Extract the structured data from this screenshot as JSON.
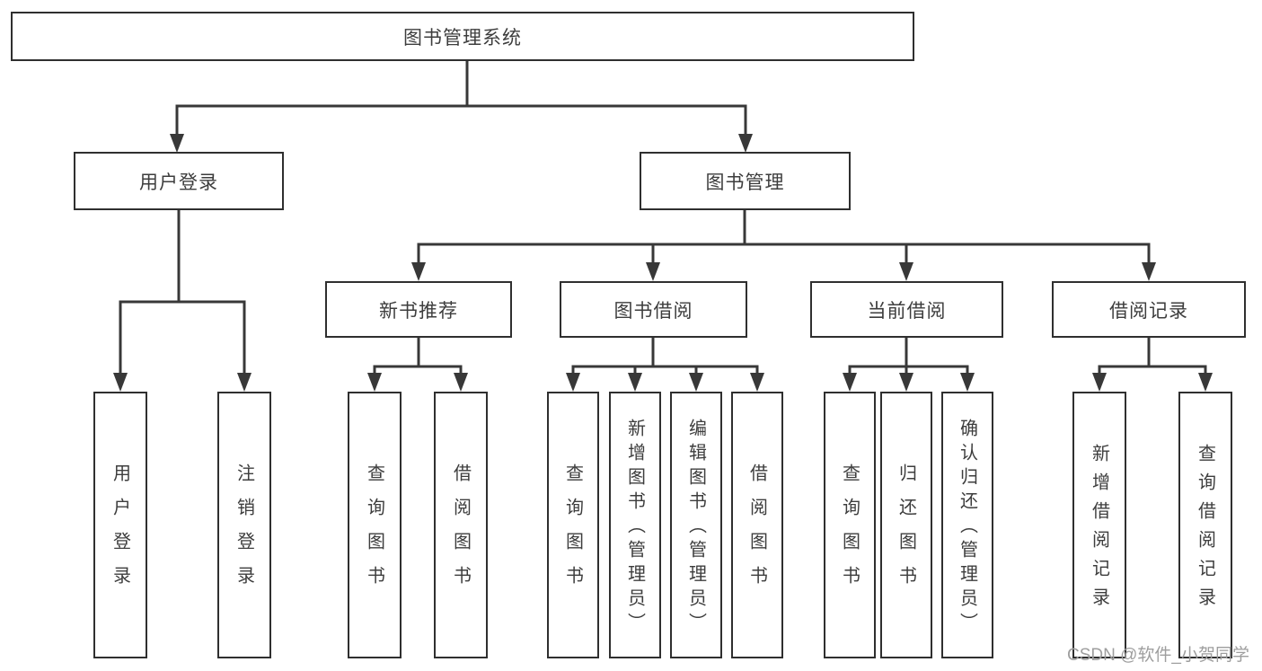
{
  "root": {
    "label": "图书管理系统",
    "children": [
      {
        "label": "用户登录",
        "children": [
          {
            "label": "用户登录"
          },
          {
            "label": "注销登录"
          }
        ]
      },
      {
        "label": "图书管理",
        "children": [
          {
            "label": "新书推荐",
            "children": [
              {
                "label": "查询图书"
              },
              {
                "label": "借阅图书"
              }
            ]
          },
          {
            "label": "图书借阅",
            "children": [
              {
                "label": "查询图书"
              },
              {
                "label": "新增图书（管理员）"
              },
              {
                "label": "编辑图书（管理员）"
              },
              {
                "label": "借阅图书"
              }
            ]
          },
          {
            "label": "当前借阅",
            "children": [
              {
                "label": "查询图书"
              },
              {
                "label": "归还图书"
              },
              {
                "label": "确认归还（管理员）"
              }
            ]
          },
          {
            "label": "借阅记录",
            "children": [
              {
                "label": "新增借阅记录"
              },
              {
                "label": "查询借阅记录"
              }
            ]
          }
        ]
      }
    ]
  },
  "watermark": {
    "text": "CSDN @软件_小贺同学"
  },
  "colors": {
    "line": "#383838",
    "border": "#2f2f2f",
    "text": "#3d3d3d",
    "watermark_text": "#9e9e9e",
    "background": "#ffffff"
  }
}
